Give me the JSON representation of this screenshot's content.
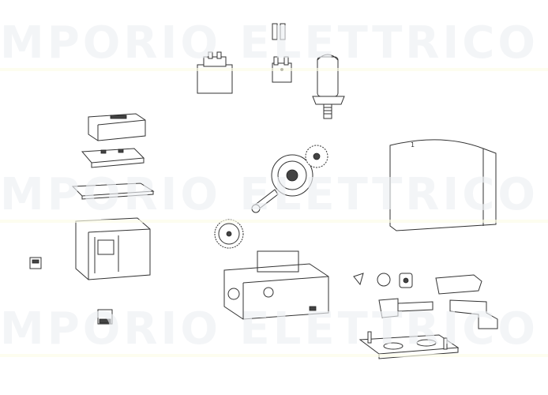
{
  "watermark": {
    "text": "MPORIO  ELETTRICO",
    "color": "#eef0f4"
  },
  "diagram": {
    "type": "exploded parts view",
    "part_label": "1"
  }
}
